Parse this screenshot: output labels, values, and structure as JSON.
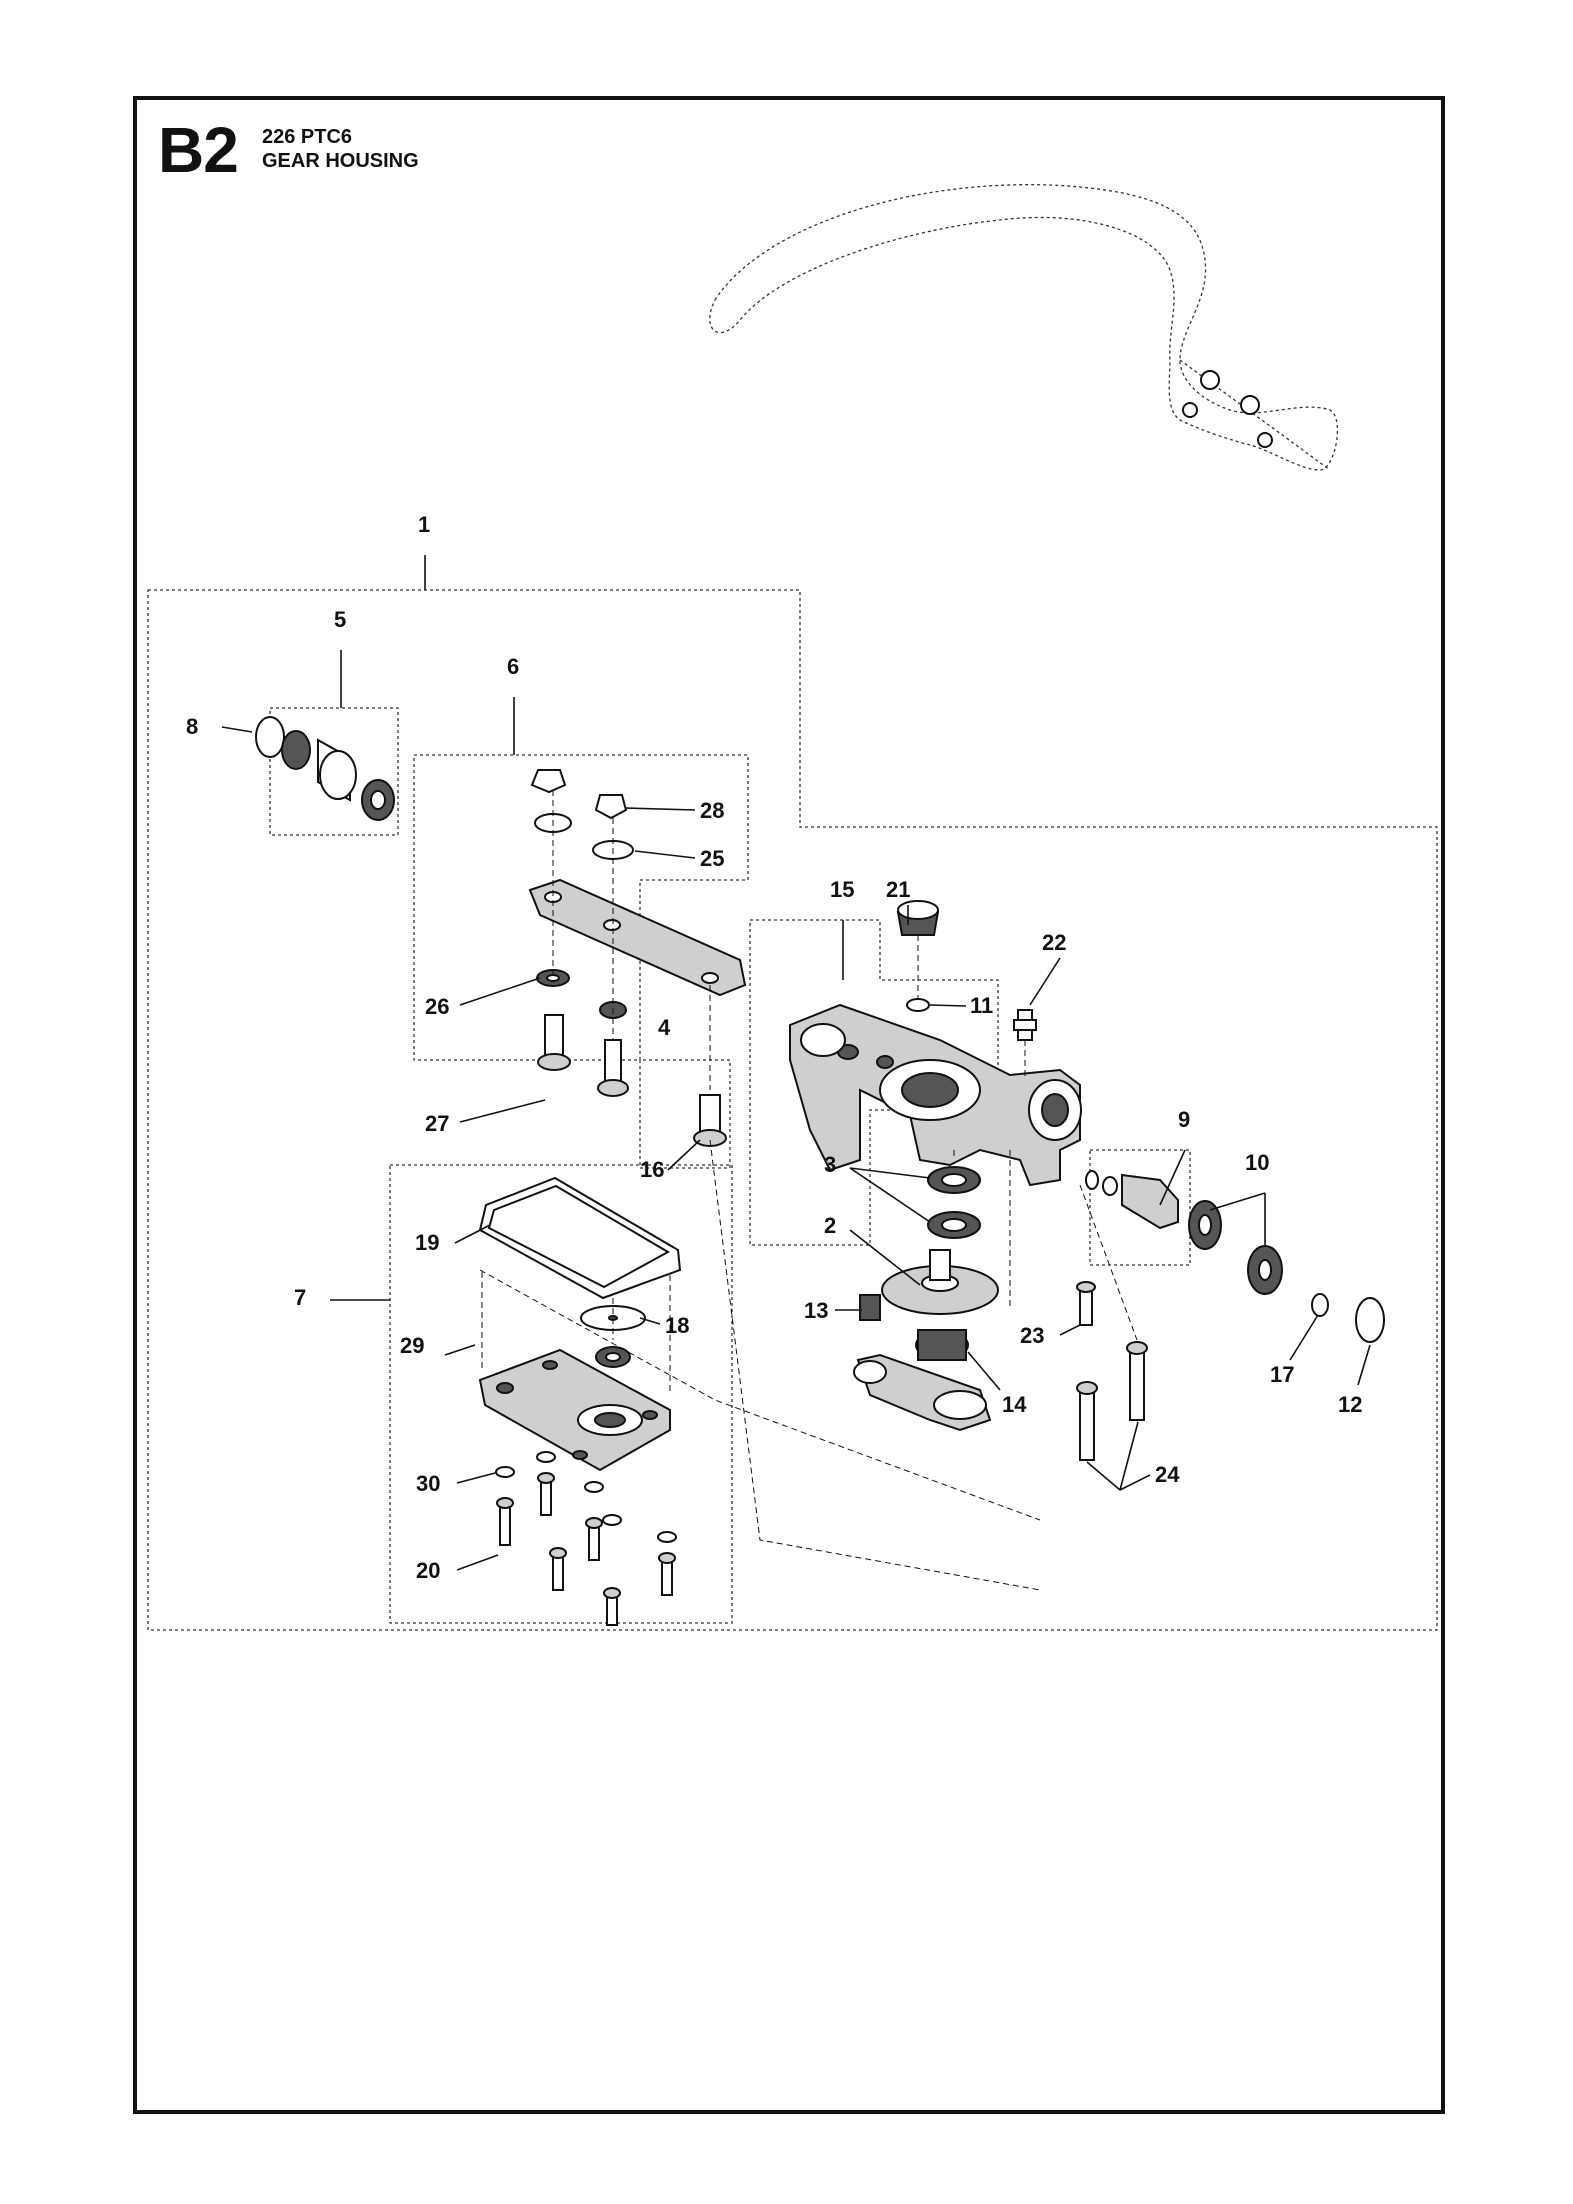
{
  "header": {
    "section_code": "B2",
    "model": "226 PTC6",
    "title": "GEAR HOUSING"
  },
  "callouts": [
    "1",
    "2",
    "3",
    "4",
    "5",
    "6",
    "7",
    "8",
    "9",
    "10",
    "11",
    "12",
    "13",
    "14",
    "15",
    "16",
    "17",
    "18",
    "19",
    "20",
    "21",
    "22",
    "23",
    "24",
    "25",
    "26",
    "27",
    "28",
    "29",
    "30"
  ]
}
